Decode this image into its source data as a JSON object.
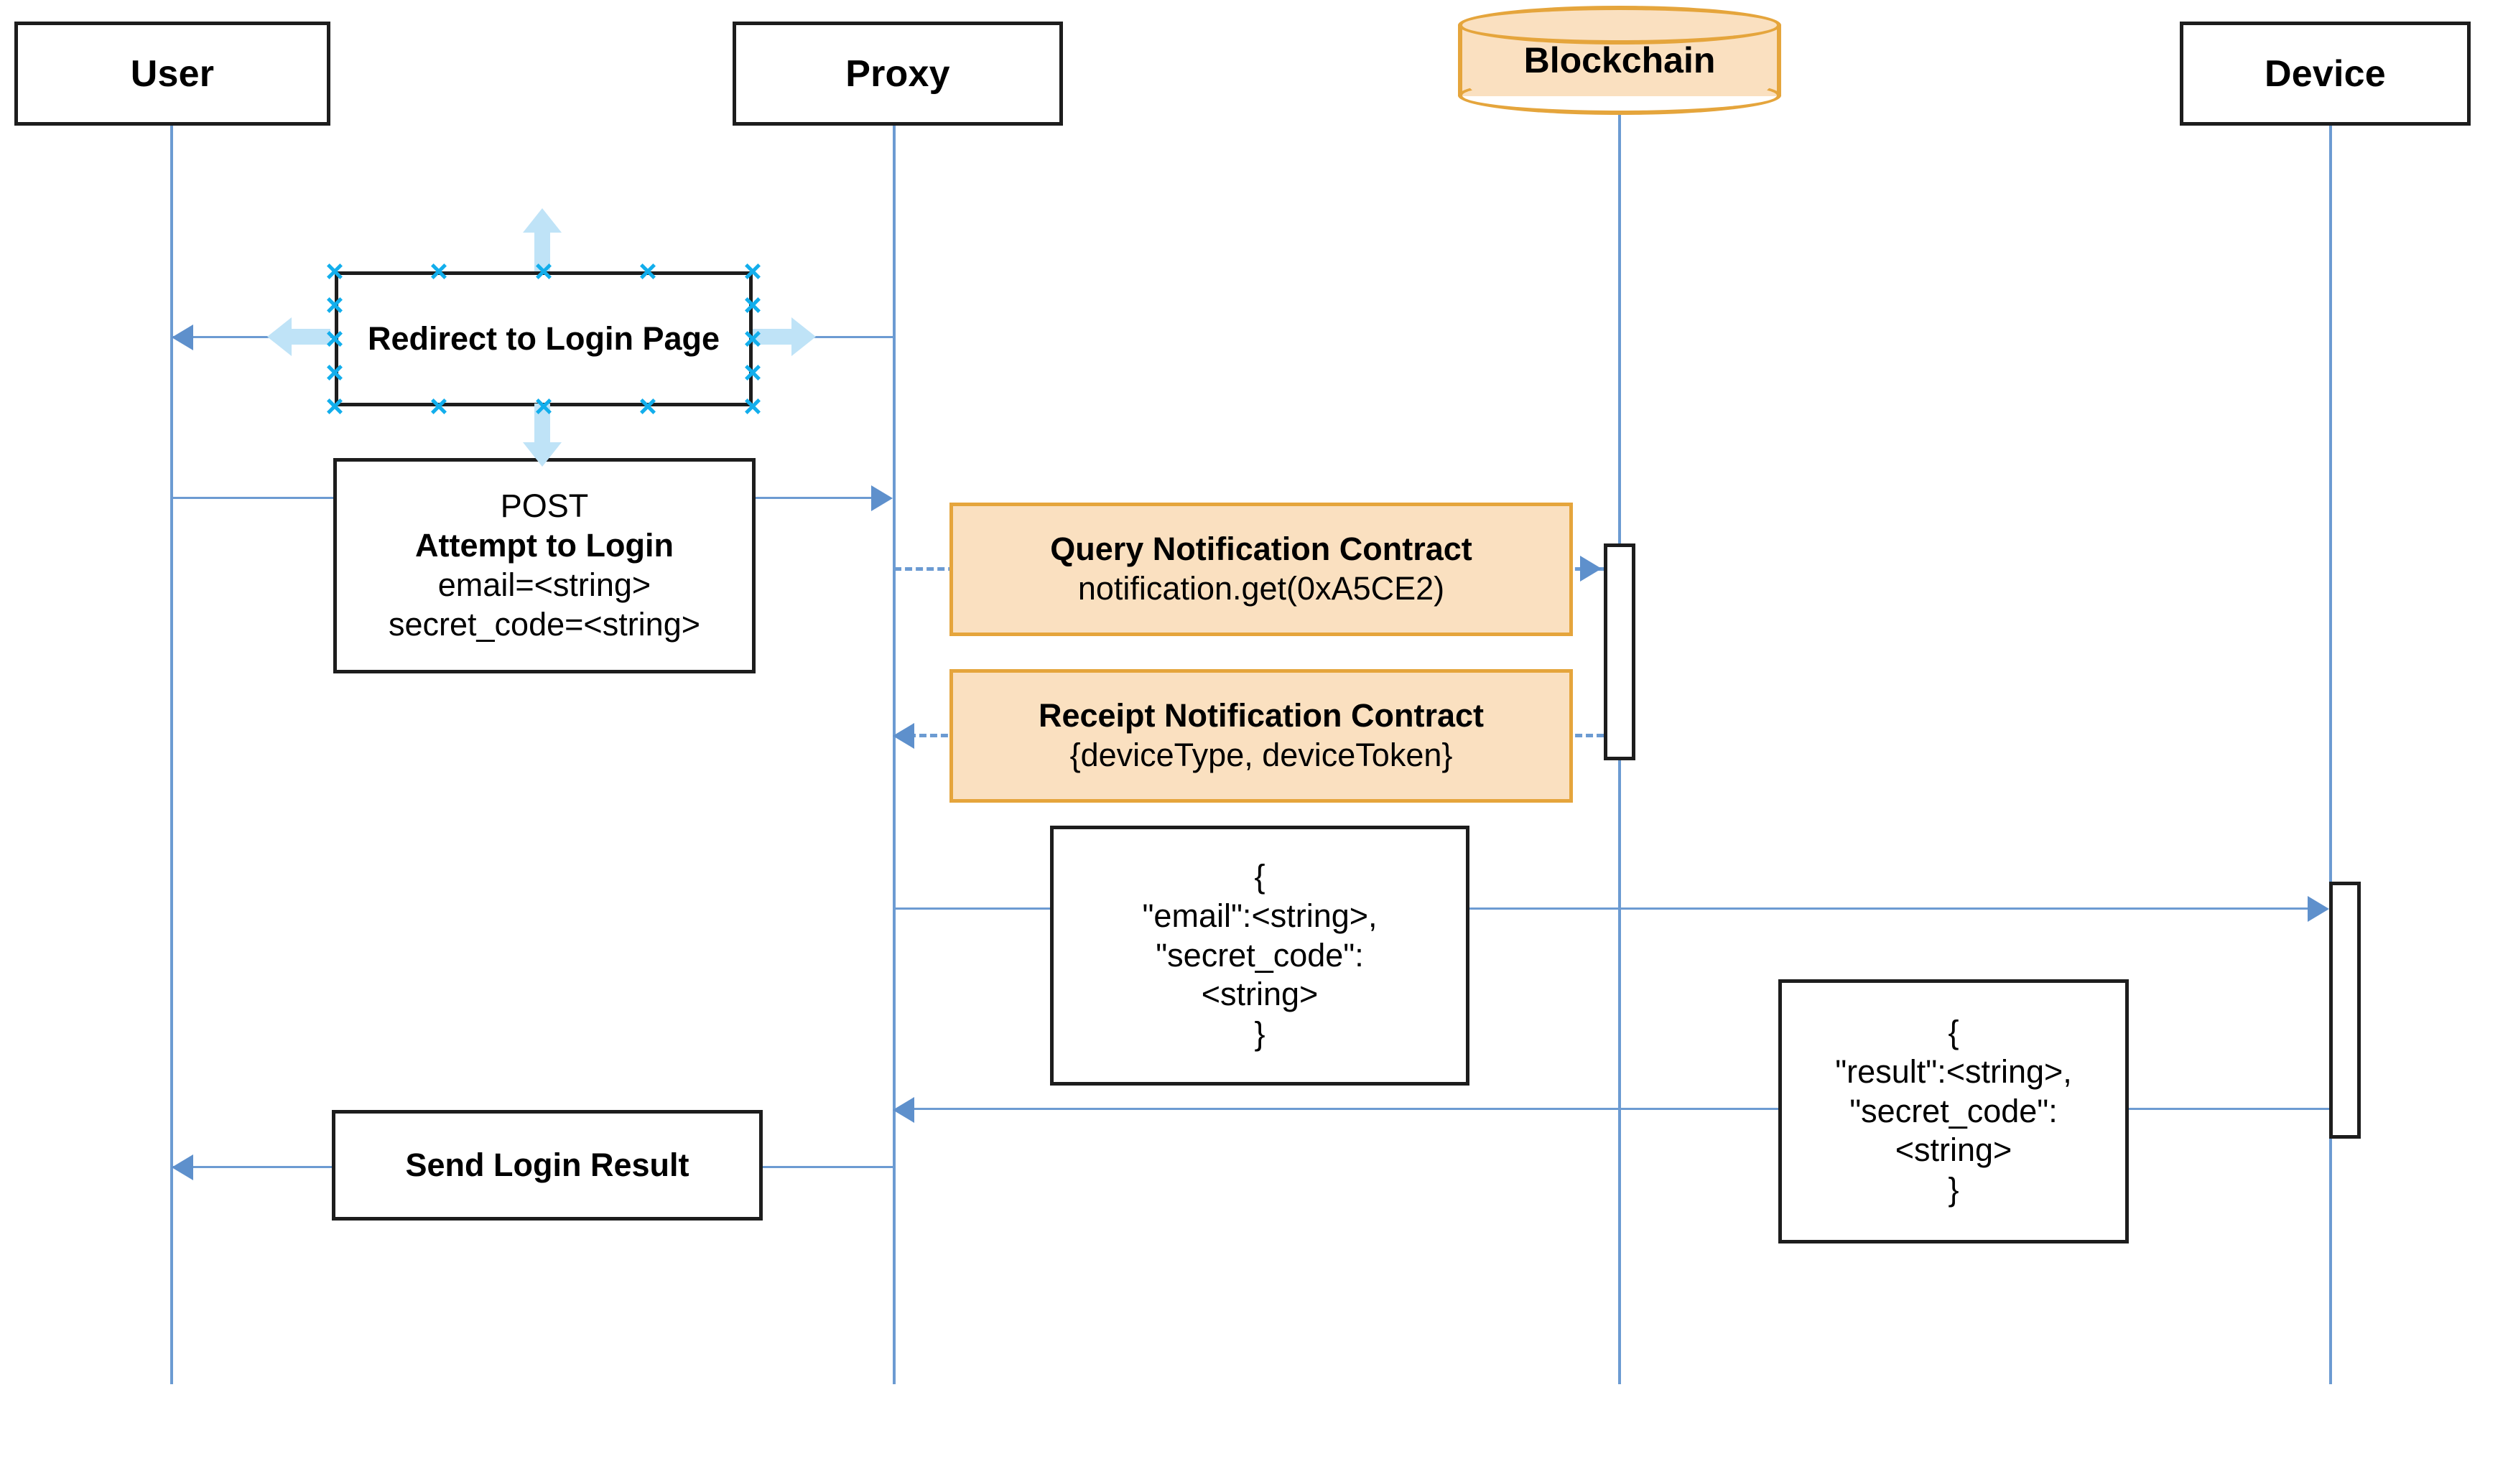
{
  "diagram": {
    "type": "uml-sequence-diagram",
    "editor_state": "shape-selected",
    "colors": {
      "lifeline": "#6C9BD2",
      "arrow": "#5E90CC",
      "box_border": "#1d1d1d",
      "box_fill": "#ffffff",
      "blockchain_fill": "#FAE0C0",
      "blockchain_border": "#E5A53C",
      "selection_handle": "#12AEEC",
      "hint_arrow": "#BFE3F7"
    }
  },
  "participants": [
    {
      "id": "user",
      "label": "User",
      "shape": "rectangle"
    },
    {
      "id": "proxy",
      "label": "Proxy",
      "shape": "rectangle"
    },
    {
      "id": "blockchain",
      "label": "Blockchain",
      "shape": "cylinder"
    },
    {
      "id": "device",
      "label": "Device",
      "shape": "rectangle"
    }
  ],
  "messages": [
    {
      "id": "redirect",
      "from": "proxy",
      "to": "user",
      "direction": "left",
      "style": "solid",
      "selected": true,
      "lines": [
        {
          "text": "Redirect to Login Page",
          "bold": true
        }
      ]
    },
    {
      "id": "attempt-login",
      "from": "user",
      "to": "proxy",
      "direction": "right",
      "style": "solid",
      "selected": false,
      "lines": [
        {
          "text": "POST",
          "bold": false
        },
        {
          "text": "Attempt to Login",
          "bold": true
        },
        {
          "text": "email=<string>",
          "bold": false
        },
        {
          "text": "secret_code=<string>",
          "bold": false
        }
      ]
    },
    {
      "id": "query-notification",
      "from": "proxy",
      "to": "blockchain",
      "direction": "right",
      "style": "dashed",
      "selected": false,
      "lines": [
        {
          "text": "Query Notification Contract",
          "bold": true
        },
        {
          "text": "notification.get(0xA5CE2)",
          "bold": false
        }
      ]
    },
    {
      "id": "receipt-notification",
      "from": "blockchain",
      "to": "proxy",
      "direction": "left",
      "style": "dashed",
      "selected": false,
      "lines": [
        {
          "text": "Receipt Notification Contract",
          "bold": true
        },
        {
          "text": "{deviceType, deviceToken}",
          "bold": false
        }
      ]
    },
    {
      "id": "send-credentials",
      "from": "proxy",
      "to": "device",
      "direction": "right",
      "style": "solid",
      "selected": false,
      "lines": [
        {
          "text": "{",
          "bold": false
        },
        {
          "text": "\"email\":<string>,",
          "bold": false
        },
        {
          "text": "\"secret_code\":",
          "bold": false
        },
        {
          "text": "<string>",
          "bold": false
        },
        {
          "text": "}",
          "bold": false
        }
      ]
    },
    {
      "id": "device-result",
      "from": "device",
      "to": "proxy",
      "direction": "left",
      "style": "solid",
      "selected": false,
      "lines": [
        {
          "text": "{",
          "bold": false
        },
        {
          "text": "\"result\":<string>,",
          "bold": false
        },
        {
          "text": "\"secret_code\":",
          "bold": false
        },
        {
          "text": "<string>",
          "bold": false
        },
        {
          "text": "}",
          "bold": false
        }
      ]
    },
    {
      "id": "send-login-result",
      "from": "proxy",
      "to": "user",
      "direction": "left",
      "style": "solid",
      "selected": false,
      "lines": [
        {
          "text": "Send Login Result",
          "bold": true
        }
      ]
    }
  ],
  "activations": [
    {
      "id": "blockchain-activation",
      "on": "blockchain"
    },
    {
      "id": "device-activation",
      "on": "device"
    }
  ],
  "selection": {
    "target": "redirect",
    "handle_count": 12,
    "hint_arrows": [
      "up",
      "down",
      "left",
      "right"
    ]
  }
}
